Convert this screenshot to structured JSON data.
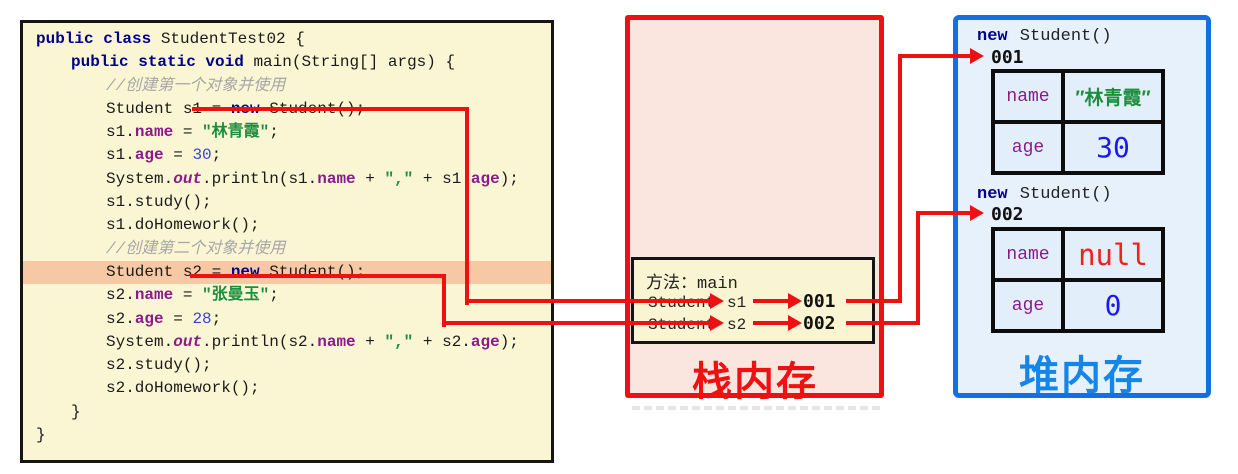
{
  "colors": {
    "arrow_red": "#EE1111",
    "heap_border_blue": "#1470E0",
    "heap_title_blue": "#1585E8",
    "keyword_navy": "#00008B",
    "member_purple": "#8B1A8B",
    "string_green": "#1E8E3E",
    "number_blue": "#3845CC",
    "code_bg": "#FAF6D4",
    "stack_bg": "#FBE5DF",
    "heap_bg": "#E7F1FB",
    "highlight_peach": "#F6C9A4"
  },
  "code_panel": {
    "lines": [
      {
        "indent": 0,
        "segments": [
          {
            "t": "public class ",
            "s": "kw"
          },
          {
            "t": "StudentTest02 {",
            "s": "pl"
          }
        ]
      },
      {
        "indent": 1,
        "segments": [
          {
            "t": "public static void ",
            "s": "kw"
          },
          {
            "t": "main(String[] args) {",
            "s": "pl"
          }
        ]
      },
      {
        "indent": 2,
        "segments": [
          {
            "t": "//创建第一个对象并使用",
            "s": "cm"
          }
        ]
      },
      {
        "indent": 2,
        "segments": [
          {
            "t": "Student s1 = ",
            "s": "pl"
          },
          {
            "t": "new",
            "s": "kw"
          },
          {
            "t": " Student();",
            "s": "pl"
          }
        ]
      },
      {
        "indent": 2,
        "segments": [
          {
            "t": "s1.",
            "s": "pl"
          },
          {
            "t": "name",
            "s": "mb"
          },
          {
            "t": " = ",
            "s": "pl"
          },
          {
            "t": "″林青霞″",
            "s": "st"
          },
          {
            "t": ";",
            "s": "pl"
          }
        ]
      },
      {
        "indent": 2,
        "segments": [
          {
            "t": "s1.",
            "s": "pl"
          },
          {
            "t": "age",
            "s": "mb"
          },
          {
            "t": " = ",
            "s": "pl"
          },
          {
            "t": "30",
            "s": "nm"
          },
          {
            "t": ";",
            "s": "pl"
          }
        ]
      },
      {
        "indent": 2,
        "segments": [
          {
            "t": "System.",
            "s": "pl"
          },
          {
            "t": "out",
            "s": "mbi"
          },
          {
            "t": ".println(s1.",
            "s": "pl"
          },
          {
            "t": "name",
            "s": "mb"
          },
          {
            "t": " + ",
            "s": "pl"
          },
          {
            "t": "″,″",
            "s": "st"
          },
          {
            "t": " + s1.",
            "s": "pl"
          },
          {
            "t": "age",
            "s": "mb"
          },
          {
            "t": ");",
            "s": "pl"
          }
        ]
      },
      {
        "indent": 2,
        "segments": [
          {
            "t": "s1.study();",
            "s": "pl"
          }
        ]
      },
      {
        "indent": 2,
        "segments": [
          {
            "t": "s1.doHomework();",
            "s": "pl"
          }
        ]
      },
      {
        "indent": 2,
        "segments": [
          {
            "t": "//创建第二个对象并使用",
            "s": "cm"
          }
        ]
      },
      {
        "indent": 2,
        "highlight": true,
        "segments": [
          {
            "t": "Student s2 = ",
            "s": "pl"
          },
          {
            "t": "new",
            "s": "kw"
          },
          {
            "t": " Student();",
            "s": "pl"
          }
        ]
      },
      {
        "indent": 2,
        "segments": [
          {
            "t": "s2.",
            "s": "pl"
          },
          {
            "t": "name",
            "s": "mb"
          },
          {
            "t": " = ",
            "s": "pl"
          },
          {
            "t": "″张曼玉″",
            "s": "st"
          },
          {
            "t": ";",
            "s": "pl"
          }
        ]
      },
      {
        "indent": 2,
        "segments": [
          {
            "t": "s2.",
            "s": "pl"
          },
          {
            "t": "age",
            "s": "mb"
          },
          {
            "t": " = ",
            "s": "pl"
          },
          {
            "t": "28",
            "s": "nm"
          },
          {
            "t": ";",
            "s": "pl"
          }
        ]
      },
      {
        "indent": 2,
        "segments": [
          {
            "t": "System.",
            "s": "pl"
          },
          {
            "t": "out",
            "s": "mbi"
          },
          {
            "t": ".println(s2.",
            "s": "pl"
          },
          {
            "t": "name",
            "s": "mb"
          },
          {
            "t": " + ",
            "s": "pl"
          },
          {
            "t": "″,″",
            "s": "st"
          },
          {
            "t": " + s2.",
            "s": "pl"
          },
          {
            "t": "age",
            "s": "mb"
          },
          {
            "t": ");",
            "s": "pl"
          }
        ]
      },
      {
        "indent": 2,
        "segments": [
          {
            "t": "s2.study();",
            "s": "pl"
          }
        ]
      },
      {
        "indent": 2,
        "segments": [
          {
            "t": "s2.doHomework();",
            "s": "pl"
          }
        ]
      },
      {
        "indent": 1,
        "segments": [
          {
            "t": "}",
            "s": "pl"
          }
        ]
      },
      {
        "indent": 0,
        "segments": [
          {
            "t": "}",
            "s": "pl"
          }
        ]
      }
    ]
  },
  "stack_panel": {
    "title": "栈内存",
    "frame": {
      "label": "方法：main",
      "rows": [
        {
          "type": "Student",
          "var": "s1",
          "addr": "001"
        },
        {
          "type": "Student",
          "var": "s2",
          "addr": "002"
        }
      ]
    }
  },
  "heap_panel": {
    "title": "堆内存",
    "objects": [
      {
        "header_kw": "new",
        "header_rest": " Student()",
        "addr": "001",
        "fields": [
          {
            "name": "name",
            "value": "″林青霞″"
          },
          {
            "name": "age",
            "value": "30"
          }
        ]
      },
      {
        "header_kw": "new",
        "header_rest": " Student()",
        "addr": "002",
        "fields": [
          {
            "name": "name",
            "value": "null"
          },
          {
            "name": "age",
            "value": "0"
          }
        ]
      }
    ]
  }
}
